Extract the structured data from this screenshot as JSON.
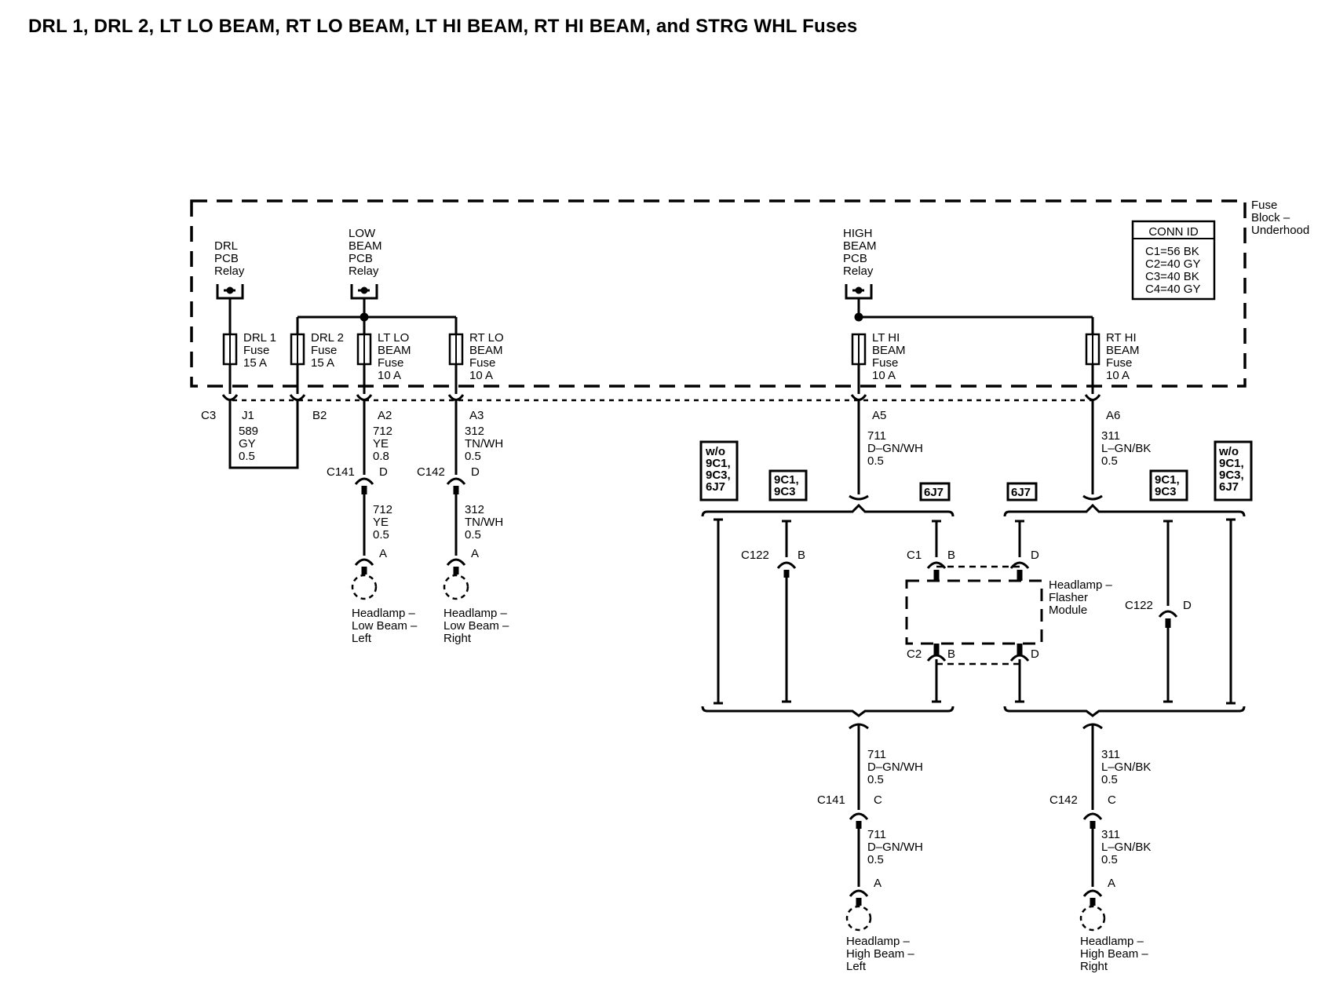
{
  "title": "DRL 1, DRL 2, LT LO BEAM, RT LO BEAM, LT HI BEAM, RT HI BEAM, and STRG WHL Fuses",
  "fuse_block": {
    "label": [
      "Fuse",
      "Block –",
      "Underhood"
    ],
    "conn_id": {
      "header": "CONN ID",
      "rows": [
        "C1=56 BK",
        "C2=40 GY",
        "C3=40 BK",
        "C4=40 GY"
      ]
    },
    "relays": {
      "drl": [
        "DRL",
        "PCB",
        "Relay"
      ],
      "low": [
        "LOW",
        "BEAM",
        "PCB",
        "Relay"
      ],
      "high": [
        "HIGH",
        "BEAM",
        "PCB",
        "Relay"
      ]
    },
    "fuses": {
      "drl1": [
        "DRL 1",
        "Fuse",
        "15 A"
      ],
      "drl2": [
        "DRL 2",
        "Fuse",
        "15 A"
      ],
      "ltlo": [
        "LT LO",
        "BEAM",
        "Fuse",
        "10 A"
      ],
      "rtlo": [
        "RT LO",
        "BEAM",
        "Fuse",
        "10 A"
      ],
      "lthi": [
        "LT HI",
        "BEAM",
        "Fuse",
        "10 A"
      ],
      "rthi": [
        "RT HI",
        "BEAM",
        "Fuse",
        "10 A"
      ]
    }
  },
  "pins": {
    "c3": "C3",
    "j1": "J1",
    "b2": "B2",
    "a2": "A2",
    "a3": "A3",
    "a5": "A5",
    "a6": "A6"
  },
  "wires": {
    "w589": [
      "589",
      "GY",
      "0.5"
    ],
    "w712a": [
      "712",
      "YE",
      "0.8"
    ],
    "w312a": [
      "312",
      "TN/WH",
      "0.5"
    ],
    "w712b": [
      "712",
      "YE",
      "0.5"
    ],
    "w312b": [
      "312",
      "TN/WH",
      "0.5"
    ],
    "w711a": [
      "711",
      "D–GN/WH",
      "0.5"
    ],
    "w311a": [
      "311",
      "L–GN/BK",
      "0.5"
    ],
    "w711b": [
      "711",
      "D–GN/WH",
      "0.5"
    ],
    "w311b": [
      "311",
      "L–GN/BK",
      "0.5"
    ],
    "w711c": [
      "711",
      "D–GN/WH",
      "0.5"
    ],
    "w311c": [
      "311",
      "L–GN/BK",
      "0.5"
    ]
  },
  "connectors": {
    "c141": "C141",
    "c142": "C142",
    "c122": "C122",
    "c1": "C1",
    "c2": "C2",
    "d": "D",
    "a": "A",
    "b": "B",
    "c": "C"
  },
  "options": {
    "wo_9c1_9c3_6j7": [
      "w/o",
      "9C1,",
      "9C3,",
      "6J7"
    ],
    "with_9c1_9c3": [
      "9C1,",
      "9C3"
    ],
    "opt_6j7": "6J7"
  },
  "module": [
    "Headlamp –",
    "Flasher",
    "Module"
  ],
  "headlamps": {
    "low_left": [
      "Headlamp –",
      "Low Beam –",
      "Left"
    ],
    "low_right": [
      "Headlamp –",
      "Low Beam –",
      "Right"
    ],
    "high_left": [
      "Headlamp –",
      "High Beam –",
      "Left"
    ],
    "high_right": [
      "Headlamp –",
      "High Beam –",
      "Right"
    ]
  }
}
